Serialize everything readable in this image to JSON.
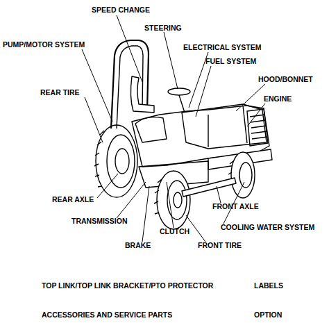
{
  "diagram": {
    "labels": [
      "SPEED CHANGE",
      "STEERING",
      "PUMP/MOTOR SYSTEM",
      "ELECTRICAL SYSTEM",
      "FUEL SYSTEM",
      "HOOD/BONNET",
      "ENGINE",
      "REAR TIRE",
      "REAR AXLE",
      "FRONT AXLE",
      "TRANSMISSION",
      "COOLING WATER SYSTEM",
      "CLUTCH",
      "BRAKE",
      "FRONT TIRE",
      "TOP LINK/TOP LINK BRACKET/PTO PROTECTOR",
      "LABELS",
      "ACCESSORIES AND SERVICE PARTS",
      "OPTION"
    ]
  }
}
